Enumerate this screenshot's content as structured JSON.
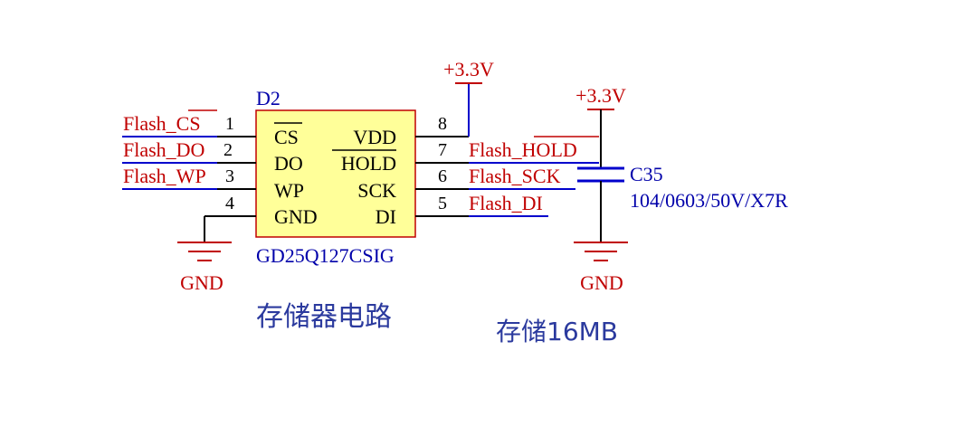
{
  "colors": {
    "wire": "#000000",
    "net_label": "#c00000",
    "net_underline": "#0000cc",
    "designator": "#0000aa",
    "pin_number": "#000000",
    "chip_fill": "#ffff99",
    "chip_border": "#c00000",
    "power": "#c00000",
    "cap": "#0000cc",
    "note": "#2b3a9e"
  },
  "chip": {
    "designator": "D2",
    "part_number": "GD25Q127CSIG",
    "pins_left": [
      {
        "num": "1",
        "name": "CS",
        "net": "Flash_CS"
      },
      {
        "num": "2",
        "name": "DO",
        "net": "Flash_DO"
      },
      {
        "num": "3",
        "name": "WP",
        "net": "Flash_WP"
      },
      {
        "num": "4",
        "name": "GND",
        "net": ""
      }
    ],
    "pins_right": [
      {
        "num": "8",
        "name": "VDD",
        "net": "+3.3V"
      },
      {
        "num": "7",
        "name": "HOLD",
        "net": "Flash_HOLD"
      },
      {
        "num": "6",
        "name": "SCK",
        "net": "Flash_SCK"
      },
      {
        "num": "5",
        "name": "DI",
        "net": "Flash_DI"
      }
    ]
  },
  "power": {
    "chip_vcc": "+3.3V",
    "cap_vcc": "+3.3V",
    "gnd_left": "GND",
    "gnd_right": "GND"
  },
  "capacitor": {
    "designator": "C35",
    "value": "104/0603/50V/X7R"
  },
  "notes": {
    "circuit_title": "存储器电路",
    "storage": "存储16MB"
  }
}
